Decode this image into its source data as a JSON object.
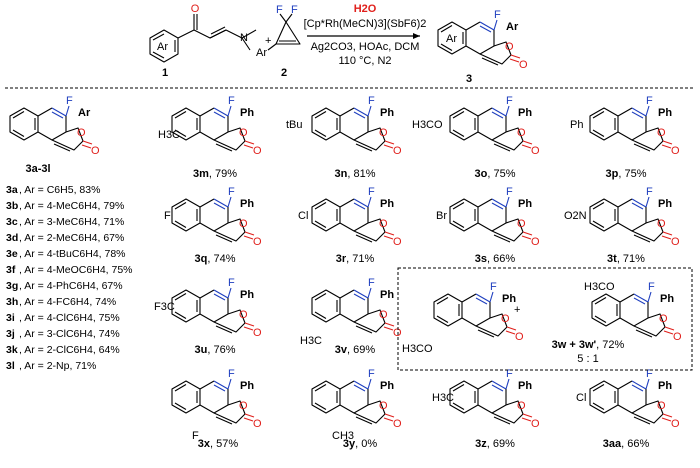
{
  "reaction": {
    "reagent_water": "H2O",
    "catalyst": "[Cp*Rh(MeCN)3](SbF6)2",
    "additives": "Ag2CO3, HOAc, DCM",
    "conditions": "110 °C, N2",
    "label_1": "1",
    "label_2": "2",
    "label_3": "3",
    "plus": "+",
    "ar": "Ar",
    "n_me": "N",
    "f": "F",
    "o": "O"
  },
  "core": {
    "label": "3a-3l",
    "ar_list": [
      {
        "id": "3a",
        "text": ", Ar = C6H5, 83%"
      },
      {
        "id": "3b",
        "text": ", Ar = 4-MeC6H4, 79%"
      },
      {
        "id": "3c",
        "text": ", Ar = 3-MeC6H4, 71%"
      },
      {
        "id": "3d",
        "text": ", Ar = 2-MeC6H4, 67%"
      },
      {
        "id": "3e",
        "text": ", Ar = 4-tBuC6H4, 78%"
      },
      {
        "id": "3f",
        "text": ", Ar = 4-MeOC6H4, 75%"
      },
      {
        "id": "3g",
        "text": ", Ar = 4-PhC6H4, 67%"
      },
      {
        "id": "3h",
        "text": ", Ar = 4-FC6H4, 74%"
      },
      {
        "id": "3i",
        "text": ", Ar = 4-ClC6H4, 75%"
      },
      {
        "id": "3j",
        "text": ", Ar = 3-ClC6H4, 74%"
      },
      {
        "id": "3k",
        "text": ", Ar = 2-ClC6H4, 64%"
      },
      {
        "id": "3l",
        "text": ", Ar = 2-Np, 71%"
      }
    ]
  },
  "products": [
    {
      "id": "3m",
      "yield": ", 79%",
      "sub": "H3C"
    },
    {
      "id": "3n",
      "yield": ", 81%",
      "sub": "tBu"
    },
    {
      "id": "3o",
      "yield": ", 75%",
      "sub": "H3CO"
    },
    {
      "id": "3p",
      "yield": ", 75%",
      "sub": "Ph"
    },
    {
      "id": "3q",
      "yield": ", 74%",
      "sub": "F"
    },
    {
      "id": "3r",
      "yield": ", 71%",
      "sub": "Cl"
    },
    {
      "id": "3s",
      "yield": ", 66%",
      "sub": "Br"
    },
    {
      "id": "3t",
      "yield": ", 71%",
      "sub": "O2N"
    },
    {
      "id": "3u",
      "yield": ", 76%",
      "sub": "F3C"
    },
    {
      "id": "3v",
      "yield": ", 69%",
      "sub": "H3C"
    },
    {
      "id": "3w + 3w'",
      "yield": ", 72%",
      "sub": "H3CO",
      "ratio": "5  :  1"
    },
    {
      "id": "3x",
      "yield": ", 57%",
      "sub": "F"
    },
    {
      "id": "3y",
      "yield": ", 0%",
      "sub": "CH3"
    },
    {
      "id": "3z",
      "yield": ", 69%",
      "sub": "H3C"
    },
    {
      "id": "3aa",
      "yield": ", 66%",
      "sub": "Cl"
    }
  ],
  "labels": {
    "ph": "Ph",
    "ar": "Ar"
  }
}
